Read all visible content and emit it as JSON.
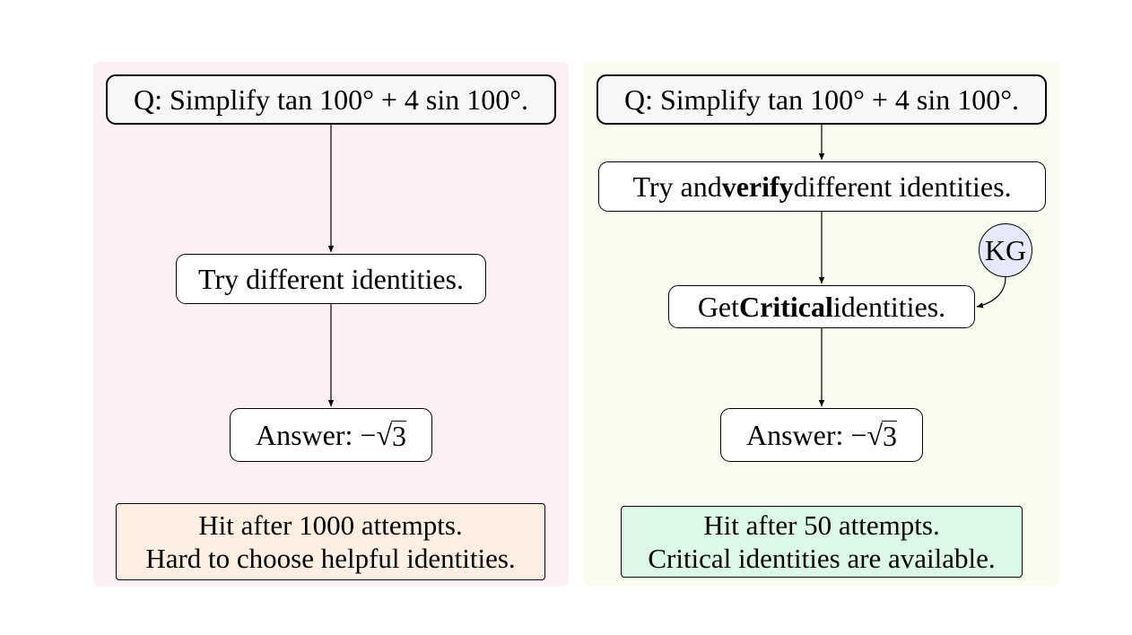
{
  "left": {
    "question": {
      "prefix": "Q: Simplify ",
      "expression": "tan 100° + 4 sin 100°."
    },
    "step": "Try different identities.",
    "answer": {
      "prefix": "Answer: ",
      "sign": "−",
      "radical": "√",
      "radicand": "3"
    },
    "summary": {
      "line1": "Hit after 1000 attempts.",
      "line2": "Hard to choose helpful identities."
    },
    "colors": {
      "panel": "#fcf0f3",
      "summary_box": "#fdefe2"
    }
  },
  "right": {
    "question": {
      "prefix": "Q: Simplify ",
      "expression": "tan 100° + 4 sin 100°."
    },
    "step1": {
      "before": "Try and ",
      "bold": "verify",
      "after": " different identities."
    },
    "step2": {
      "before": "Get ",
      "bold": "Critical",
      "after": " identities."
    },
    "kg_label": "KG",
    "answer": {
      "prefix": "Answer: ",
      "sign": "−",
      "radical": "√",
      "radicand": "3"
    },
    "summary": {
      "line1": "Hit after 50 attempts.",
      "line2": "Critical identities are available."
    },
    "colors": {
      "panel": "#f8fdef",
      "summary_box": "#dcf9e5",
      "kg_node": "#e8e8fb"
    }
  }
}
